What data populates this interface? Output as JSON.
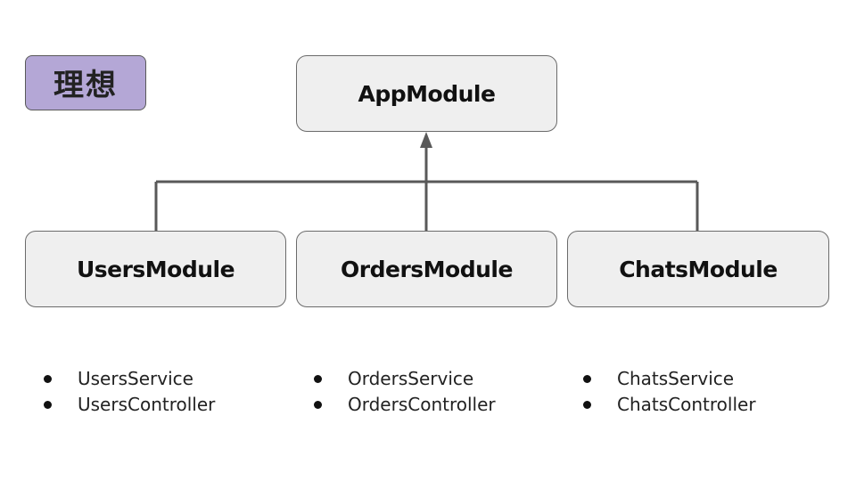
{
  "title": "理想",
  "nodes": {
    "app": "AppModule",
    "users": "UsersModule",
    "orders": "OrdersModule",
    "chats": "ChatsModule"
  },
  "lists": {
    "users": [
      "UsersService",
      "UsersController"
    ],
    "orders": [
      "OrdersService",
      "OrdersController"
    ],
    "chats": [
      "ChatsService",
      "ChatsController"
    ]
  },
  "edges": [
    {
      "from": "UsersModule",
      "to": "AppModule"
    },
    {
      "from": "OrdersModule",
      "to": "AppModule"
    },
    {
      "from": "ChatsModule",
      "to": "AppModule"
    }
  ],
  "colors": {
    "title_badge": "#b4a7d6",
    "node_fill": "#efefef",
    "connector": "#595959"
  }
}
